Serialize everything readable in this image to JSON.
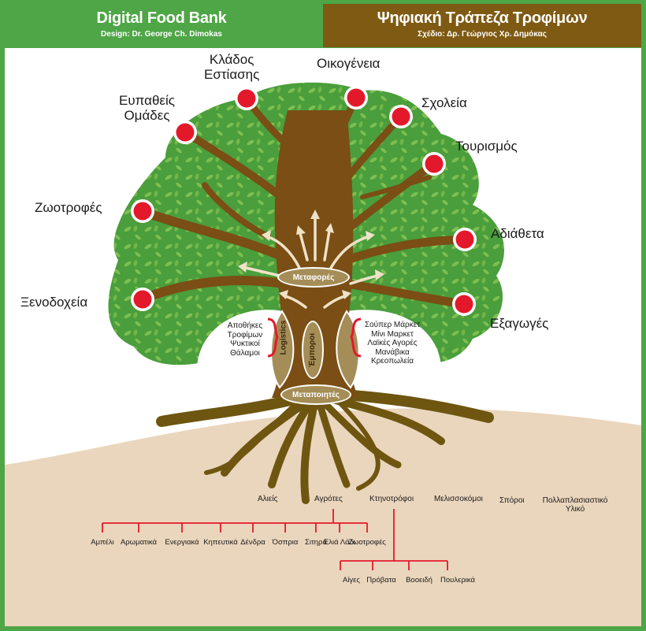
{
  "header": {
    "left_title": "Digital Food Bank",
    "left_subtitle": "Design: Dr. George Ch. Dimokas",
    "right_title": "Ψηφιακή Τράπεζα Τροφίμων",
    "right_subtitle": "Σχέδιο: Δρ. Γεώργιος Χρ. Δημόκας"
  },
  "colors": {
    "frame_green": "#4ea646",
    "header_brown": "#7e5a12",
    "canopy_green": "#4a9e3c",
    "leaf_light": "#8fc95a",
    "trunk_brown": "#7a4e14",
    "root_olive": "#6e5611",
    "ground": "#ead6bd",
    "fruit_red": "#e3192b",
    "oval_tan": "#a58d57",
    "connector_red": "#e3192b"
  },
  "fruits": [
    {
      "label_lines": [
        "Κλάδος",
        "Εστίασης"
      ]
    },
    {
      "label_lines": [
        "Οικογένεια"
      ]
    },
    {
      "label_lines": [
        "Ευπαθείς",
        "Ομάδες"
      ]
    },
    {
      "label_lines": [
        "Σχολεία"
      ]
    },
    {
      "label_lines": [
        "Τουρισμός"
      ]
    },
    {
      "label_lines": [
        "Ζωοτροφές"
      ]
    },
    {
      "label_lines": [
        "Αδιάθετα"
      ]
    },
    {
      "label_lines": [
        "Ξενοδοχεία"
      ]
    },
    {
      "label_lines": [
        "Εξαγωγές"
      ]
    }
  ],
  "trunk": {
    "transport": "Μεταφορές",
    "traders": "Έμποροι",
    "logistics": "Logistics",
    "processors": "Μεταποιητές",
    "logistics_items": [
      "Αποθήκες",
      "Τροφίμων",
      "Ψυκτικοί",
      "Θάλαμοι"
    ],
    "retail_items": [
      "Σούπερ Μάρκετ",
      "Μίνι Μαρκετ",
      "Λαϊκές Αγορές",
      "Μανάβικα",
      "Κρεοπωλεία"
    ]
  },
  "producers": {
    "top_level": [
      "Αλιείς",
      "Αγρότες",
      "Κτηνοτρόφοι",
      "Μελισσοκόμοι",
      "Σπόροι",
      "Πολλαπλασιαστικό Υλικό"
    ],
    "farmers_children": [
      "Αμπέλι",
      "Αρωματικά",
      "Ενεργιακά",
      "Κηπευτικά",
      "Δένδρα",
      "Όσπρια",
      "Σιτηρά",
      "Ελιά Λάδι",
      "Ζωοτροφές"
    ],
    "livestock_children": [
      "Αίγες",
      "Πρόβατα",
      "Βοοειδή",
      "Πουλερικά"
    ]
  }
}
